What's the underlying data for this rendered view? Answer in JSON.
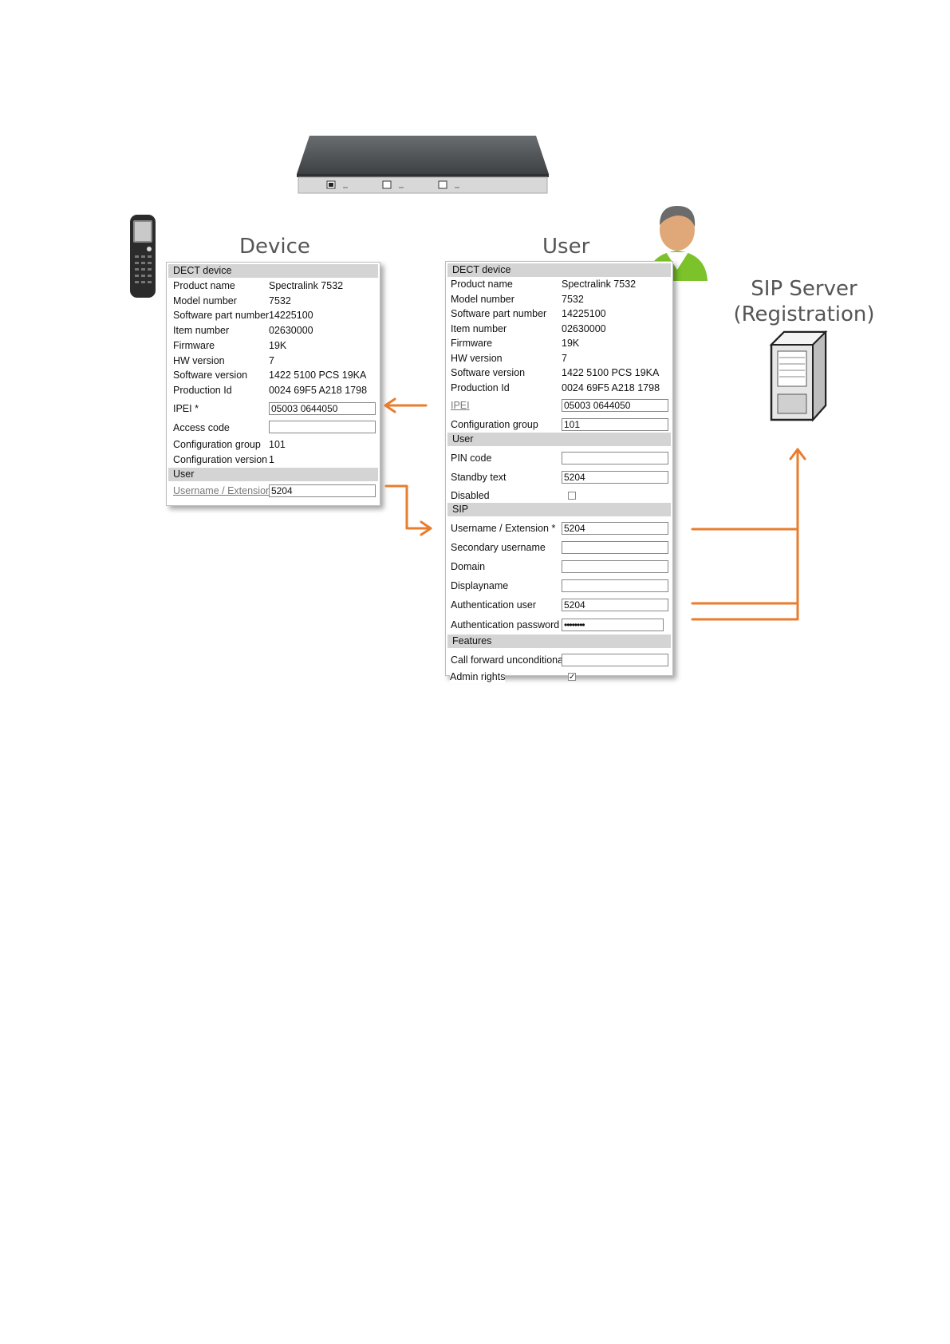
{
  "titles": {
    "device": "Device",
    "user": "User",
    "sip_server_line1": "SIP Server",
    "sip_server_line2": "(Registration)"
  },
  "device_panel": {
    "dect_header": "DECT device",
    "rows": [
      {
        "label": "Product name",
        "value": "Spectralink 7532"
      },
      {
        "label": "Model number",
        "value": "7532"
      },
      {
        "label": "Software part number",
        "value": "14225100"
      },
      {
        "label": "Item number",
        "value": "02630000"
      },
      {
        "label": "Firmware",
        "value": "19K"
      },
      {
        "label": "HW version",
        "value": "7"
      },
      {
        "label": "Software version",
        "value": "1422 5100 PCS 19KA"
      },
      {
        "label": "Production Id",
        "value": "0024 69F5 A218 1798"
      }
    ],
    "ipei_label": "IPEI *",
    "ipei_value": "05003 0644050",
    "access_code_label": "Access code",
    "access_code_value": "",
    "config_group_label": "Configuration group",
    "config_group_value": "101",
    "config_version_label": "Configuration version",
    "config_version_value": "1",
    "user_header": "User",
    "username_label": "Username / Extension",
    "username_value": "5204"
  },
  "user_panel": {
    "dect_header": "DECT device",
    "rows": [
      {
        "label": "Product name",
        "value": "Spectralink 7532"
      },
      {
        "label": "Model number",
        "value": "7532"
      },
      {
        "label": "Software part number",
        "value": "14225100"
      },
      {
        "label": "Item number",
        "value": "02630000"
      },
      {
        "label": "Firmware",
        "value": "19K"
      },
      {
        "label": "HW version",
        "value": "7"
      },
      {
        "label": "Software version",
        "value": "1422 5100 PCS 19KA"
      },
      {
        "label": "Production Id",
        "value": "0024 69F5 A218 1798"
      }
    ],
    "ipei_label": "IPEI",
    "ipei_value": "05003 0644050",
    "config_group_label": "Configuration group",
    "config_group_value": "101",
    "user_header": "User",
    "pin_label": "PIN code",
    "pin_value": "",
    "standby_label": "Standby text",
    "standby_value": "5204",
    "disabled_label": "Disabled",
    "sip_header": "SIP",
    "sip_username_label": "Username / Extension *",
    "sip_username_value": "5204",
    "secondary_username_label": "Secondary username",
    "secondary_username_value": "",
    "domain_label": "Domain",
    "domain_value": "",
    "displayname_label": "Displayname",
    "displayname_value": "",
    "auth_user_label": "Authentication user",
    "auth_user_value": "5204",
    "auth_password_label": "Authentication password",
    "auth_password_value": "••••••••",
    "features_header": "Features",
    "call_forward_label": "Call forward unconditional",
    "call_forward_value": "",
    "admin_rights_label": "Admin rights",
    "admin_rights_checked": true
  },
  "colors": {
    "arrow": "#e87d2e",
    "section_header": "#d4d4d4",
    "title_text": "#555555"
  },
  "icons": [
    "base-station-icon",
    "handset-icon",
    "user-avatar-icon",
    "server-icon"
  ]
}
